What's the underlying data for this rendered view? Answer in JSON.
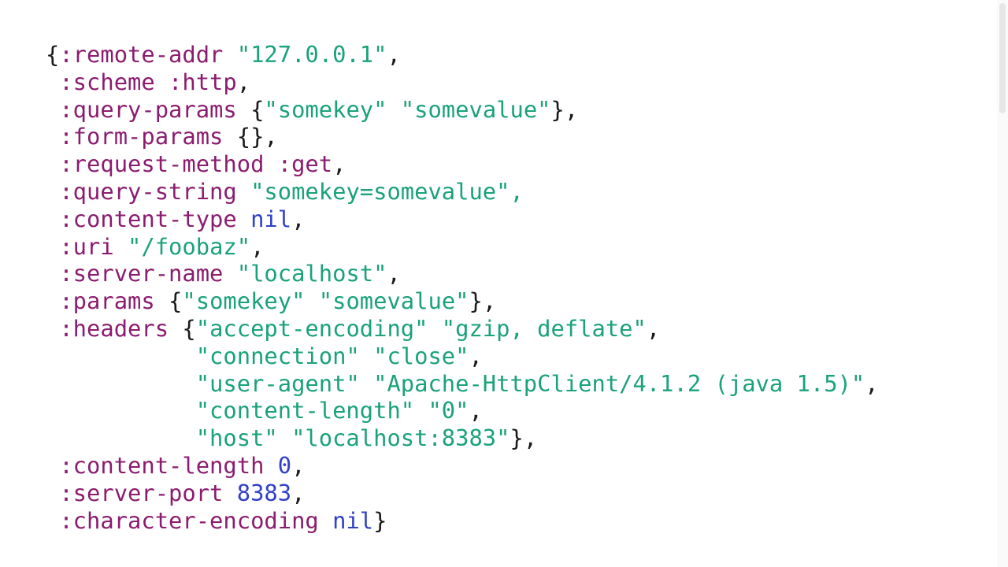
{
  "code": {
    "lines": [
      {
        "indent": "",
        "segments": [
          {
            "cls": "punc",
            "text": "{"
          },
          {
            "cls": "kw",
            "text": ":remote-addr"
          },
          {
            "cls": "punc",
            "text": " "
          },
          {
            "cls": "str",
            "text": "\"127.0.0.1\""
          },
          {
            "cls": "punc",
            "text": ","
          }
        ]
      },
      {
        "indent": " ",
        "segments": [
          {
            "cls": "kw",
            "text": ":scheme :http"
          },
          {
            "cls": "punc",
            "text": ","
          }
        ]
      },
      {
        "indent": " ",
        "segments": [
          {
            "cls": "kw",
            "text": ":query-params"
          },
          {
            "cls": "punc",
            "text": " {"
          },
          {
            "cls": "str",
            "text": "\"somekey\" \"somevalue\""
          },
          {
            "cls": "punc",
            "text": "},"
          }
        ]
      },
      {
        "indent": " ",
        "segments": [
          {
            "cls": "kw",
            "text": ":form-params"
          },
          {
            "cls": "punc",
            "text": " {},"
          }
        ]
      },
      {
        "indent": " ",
        "segments": [
          {
            "cls": "kw",
            "text": ":request-method :get"
          },
          {
            "cls": "punc",
            "text": ","
          }
        ]
      },
      {
        "indent": " ",
        "segments": [
          {
            "cls": "kw",
            "text": ":query-string"
          },
          {
            "cls": "punc",
            "text": " "
          },
          {
            "cls": "str",
            "text": "\"somekey=somevalue\","
          }
        ]
      },
      {
        "indent": " ",
        "segments": [
          {
            "cls": "kw",
            "text": ":content-type"
          },
          {
            "cls": "punc",
            "text": " "
          },
          {
            "cls": "nil",
            "text": "nil"
          },
          {
            "cls": "punc",
            "text": ","
          }
        ]
      },
      {
        "indent": " ",
        "segments": [
          {
            "cls": "kw",
            "text": ":uri"
          },
          {
            "cls": "punc",
            "text": " "
          },
          {
            "cls": "str",
            "text": "\"/foobaz\""
          },
          {
            "cls": "punc",
            "text": ","
          }
        ]
      },
      {
        "indent": " ",
        "segments": [
          {
            "cls": "kw",
            "text": ":server-name"
          },
          {
            "cls": "punc",
            "text": " "
          },
          {
            "cls": "str",
            "text": "\"localhost\""
          },
          {
            "cls": "punc",
            "text": ","
          }
        ]
      },
      {
        "indent": " ",
        "segments": [
          {
            "cls": "kw",
            "text": ":params"
          },
          {
            "cls": "punc",
            "text": " {"
          },
          {
            "cls": "str",
            "text": "\"somekey\" \"somevalue\""
          },
          {
            "cls": "punc",
            "text": "},"
          }
        ]
      },
      {
        "indent": " ",
        "segments": [
          {
            "cls": "kw",
            "text": ":headers"
          },
          {
            "cls": "punc",
            "text": " {"
          },
          {
            "cls": "str",
            "text": "\"accept-encoding\" \"gzip, deflate\""
          },
          {
            "cls": "punc",
            "text": ","
          }
        ]
      },
      {
        "indent": "           ",
        "segments": [
          {
            "cls": "str",
            "text": "\"connection\" \"close\""
          },
          {
            "cls": "punc",
            "text": ","
          }
        ]
      },
      {
        "indent": "           ",
        "segments": [
          {
            "cls": "str",
            "text": "\"user-agent\" \"Apache-HttpClient/4.1.2 (java 1.5)\""
          },
          {
            "cls": "punc",
            "text": ","
          }
        ]
      },
      {
        "indent": "           ",
        "segments": [
          {
            "cls": "str",
            "text": "\"content-length\" \"0\""
          },
          {
            "cls": "punc",
            "text": ","
          }
        ]
      },
      {
        "indent": "           ",
        "segments": [
          {
            "cls": "str",
            "text": "\"host\" \"localhost:8383\""
          },
          {
            "cls": "punc",
            "text": "},"
          }
        ]
      },
      {
        "indent": " ",
        "segments": [
          {
            "cls": "kw",
            "text": ":content-length"
          },
          {
            "cls": "punc",
            "text": " "
          },
          {
            "cls": "num",
            "text": "0"
          },
          {
            "cls": "punc",
            "text": ","
          }
        ]
      },
      {
        "indent": " ",
        "segments": [
          {
            "cls": "kw",
            "text": ":server-port"
          },
          {
            "cls": "punc",
            "text": " "
          },
          {
            "cls": "num",
            "text": "8383"
          },
          {
            "cls": "punc",
            "text": ","
          }
        ]
      },
      {
        "indent": " ",
        "segments": [
          {
            "cls": "kw",
            "text": ":character-encoding"
          },
          {
            "cls": "punc",
            "text": " "
          },
          {
            "cls": "nil",
            "text": "nil"
          },
          {
            "cls": "punc",
            "text": "}"
          }
        ]
      }
    ]
  },
  "colors": {
    "background": "#ffffff",
    "keyword": "#8b1c6f",
    "string": "#1aa27a",
    "number": "#3140c8",
    "text": "#1a1a1a"
  }
}
